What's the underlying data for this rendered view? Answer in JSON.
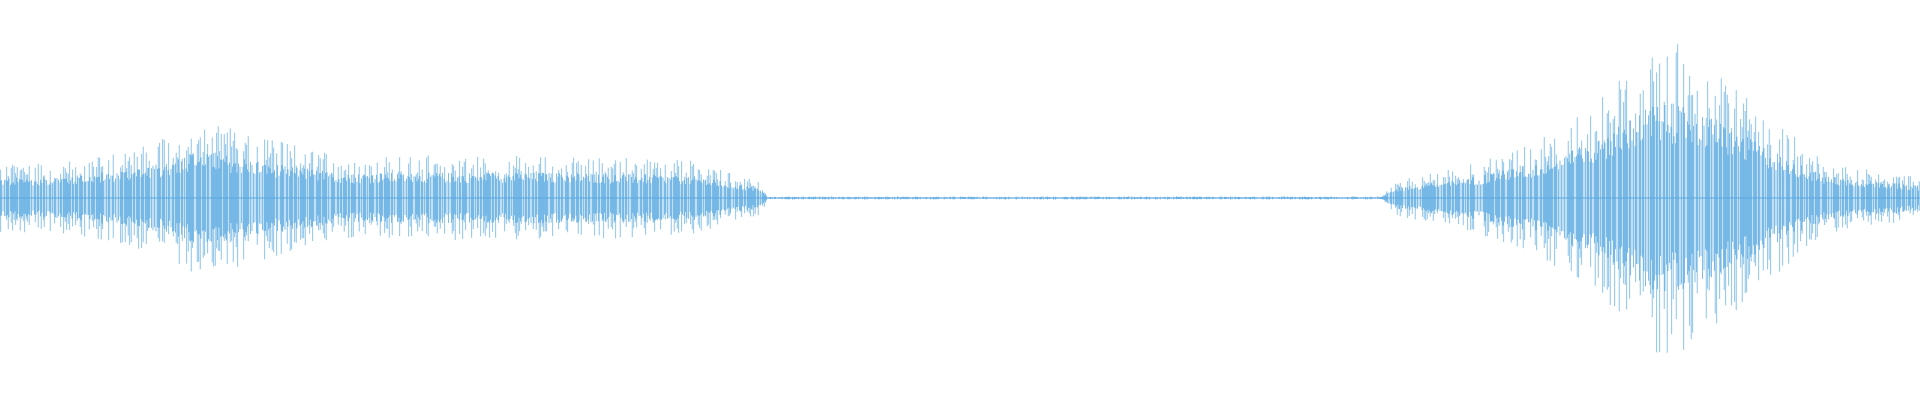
{
  "waveform": {
    "color": "#5aa9e0",
    "background": "#ffffff",
    "segments": [
      {
        "kind": "active",
        "start_fraction": 0.0,
        "end_fraction": 0.4
      },
      {
        "kind": "near-silent",
        "start_fraction": 0.4,
        "end_fraction": 0.72
      },
      {
        "kind": "active",
        "start_fraction": 0.72,
        "end_fraction": 1.0
      }
    ],
    "envelope": [
      {
        "t": 0.0,
        "amp": 0.2
      },
      {
        "t": 0.04,
        "amp": 0.22
      },
      {
        "t": 0.08,
        "amp": 0.32
      },
      {
        "t": 0.1,
        "amp": 0.45
      },
      {
        "t": 0.12,
        "amp": 0.42
      },
      {
        "t": 0.15,
        "amp": 0.32
      },
      {
        "t": 0.18,
        "amp": 0.24
      },
      {
        "t": 0.22,
        "amp": 0.25
      },
      {
        "t": 0.3,
        "amp": 0.25
      },
      {
        "t": 0.36,
        "amp": 0.22
      },
      {
        "t": 0.395,
        "amp": 0.1
      },
      {
        "t": 0.4,
        "amp": 0.01
      },
      {
        "t": 0.72,
        "amp": 0.01
      },
      {
        "t": 0.725,
        "amp": 0.1
      },
      {
        "t": 0.76,
        "amp": 0.18
      },
      {
        "t": 0.8,
        "amp": 0.34
      },
      {
        "t": 0.83,
        "amp": 0.55
      },
      {
        "t": 0.86,
        "amp": 0.92
      },
      {
        "t": 0.88,
        "amp": 0.9
      },
      {
        "t": 0.92,
        "amp": 0.5
      },
      {
        "t": 0.95,
        "amp": 0.22
      },
      {
        "t": 1.0,
        "amp": 0.12
      }
    ]
  }
}
